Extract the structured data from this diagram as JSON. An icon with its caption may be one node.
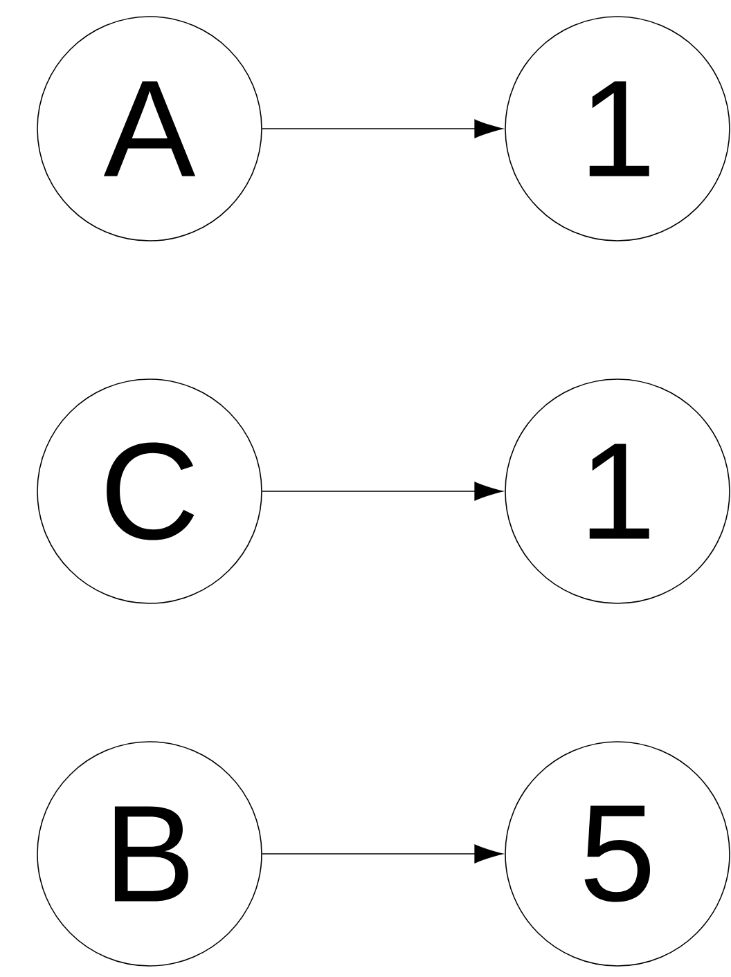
{
  "diagram": {
    "nodes": [
      {
        "text": [
          "A"
        ]
      },
      {
        "text": [
          "1"
        ]
      },
      {
        "text": [
          "C"
        ]
      },
      {
        "text": [
          "1"
        ]
      },
      {
        "text": [
          "B"
        ]
      },
      {
        "text": [
          "5"
        ]
      }
    ],
    "edges": [
      {
        "from": 0,
        "to": 1,
        "arrow": "to"
      },
      {
        "from": 2,
        "to": 3,
        "arrow": "to"
      },
      {
        "from": 4,
        "to": 5,
        "arrow": "to"
      }
    ]
  }
}
